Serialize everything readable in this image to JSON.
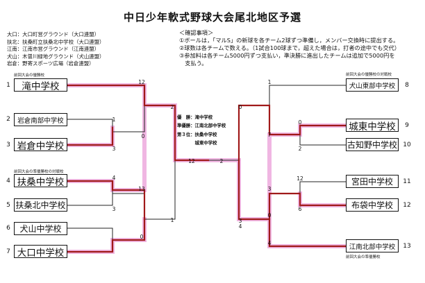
{
  "title": "中日少年軟式野球大会尾北地区予選",
  "venues": [
    "大口：大口町営グラウンド（大口連盟）",
    "扶北：扶桑町立扶桑北中学校（大口連盟）",
    "江南：江南市営グラウンド（江南連盟）",
    "犬山：木曽川緑地グラウンド（犬山連盟）",
    "岩倉：野寄スポーツ広場（岩倉連盟）"
  ],
  "notes": {
    "heading": "＜確認事項＞",
    "items": [
      "①ボールは，「マルS」の新球を各チーム2球ずつ準備し，メンバー交換時に提出する。",
      "②球数は各チームで数える。（1試合100球まで，超えた場合は，打者の途中でも交代）",
      "③参加料は各チーム5000円ずつ支払い，準決勝に進出したチームは追加で5000円を",
      "　支払う。"
    ]
  },
  "teams_left": [
    {
      "seed": "1",
      "name": "滝中学校",
      "note": "前回大会の優勝校"
    },
    {
      "seed": "2",
      "name": "岩倉南部中学校",
      "note": ""
    },
    {
      "seed": "3",
      "name": "岩倉中学校",
      "note": ""
    },
    {
      "seed": "4",
      "name": "扶桑中学校",
      "note": "前回大会の準優勝校の対戦校"
    },
    {
      "seed": "5",
      "name": "扶桑北中学校",
      "note": ""
    },
    {
      "seed": "6",
      "name": "犬山中学校",
      "note": ""
    },
    {
      "seed": "7",
      "name": "大口中学校",
      "note": ""
    }
  ],
  "teams_right": [
    {
      "seed": "8",
      "name": "犬山東部中学校",
      "note": "前回大会の優勝校の対戦校"
    },
    {
      "seed": "9",
      "name": "城東中学校",
      "note": ""
    },
    {
      "seed": "10",
      "name": "古知野中学校",
      "note": ""
    },
    {
      "seed": "11",
      "name": "宮田中学校",
      "note": ""
    },
    {
      "seed": "12",
      "name": "布袋中学校",
      "note": ""
    },
    {
      "seed": "13",
      "name": "江南北部中学校",
      "note": "前回大会の準優勝校"
    }
  ],
  "scores": {
    "s1": "12",
    "s2": "1",
    "s3": "3",
    "s4": "2",
    "s5": "0",
    "s6": "4",
    "s7": "13",
    "s8": "3",
    "s9": "1",
    "s10": "0",
    "s11": "12",
    "s12": "2",
    "s13": "0",
    "s14": "1",
    "s15": "7",
    "s16": "0",
    "s17": "2",
    "s18": "12",
    "s19": "3",
    "s20": "6",
    "s21": "3",
    "s22": "0",
    "s23": "4",
    "s24": "4"
  },
  "results": [
    "優　勝：滝中学校",
    "準優勝：江南北部中学校",
    "第３位：扶桑中学校",
    "　　　　城東中学校"
  ],
  "colors": {
    "win_line": "#a01919",
    "win_glow": "#f0b6e2",
    "line": "#222222"
  }
}
